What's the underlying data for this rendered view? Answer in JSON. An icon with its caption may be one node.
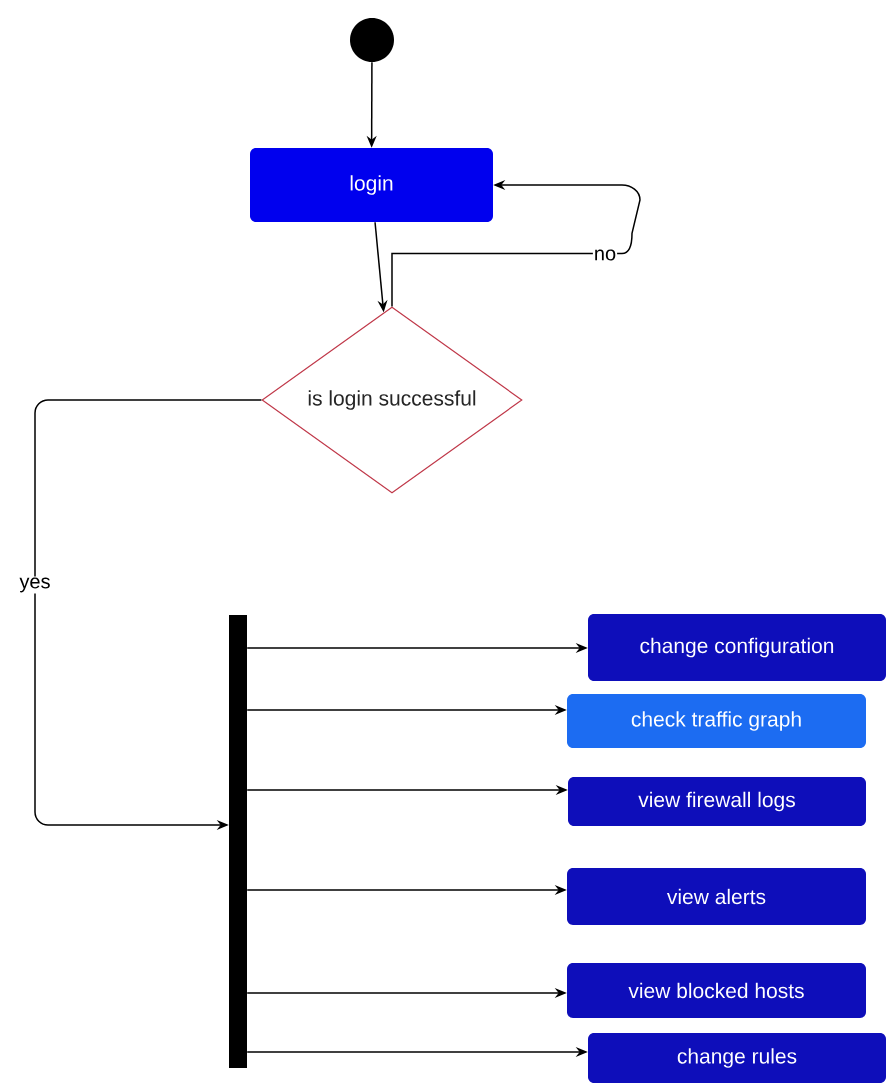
{
  "diagram": {
    "nodes": [
      {
        "text": [],
        "shape": "circle"
      },
      {
        "text": [
          "login"
        ]
      },
      {
        "text": [
          "is login successful"
        ]
      },
      {
        "text": [],
        "shape": "bar"
      },
      {
        "text": [
          "change configuration"
        ]
      },
      {
        "text": [
          "check traffic graph"
        ]
      },
      {
        "text": [
          "view firewall logs"
        ]
      },
      {
        "text": [
          "view alerts"
        ]
      },
      {
        "text": [
          "view blocked hosts"
        ]
      },
      {
        "text": [
          "change rules"
        ]
      }
    ],
    "edges": [
      {
        "from": 0,
        "to": 1,
        "arrow": "to"
      },
      {
        "from": 1,
        "to": 2,
        "arrow": "to"
      },
      {
        "from": 2,
        "to": 1,
        "arrow": "to",
        "label": "no"
      },
      {
        "from": 2,
        "to": 3,
        "arrow": "to",
        "label": "yes"
      },
      {
        "from": 3,
        "to": 4,
        "arrow": "to"
      },
      {
        "from": 3,
        "to": 5,
        "arrow": "to"
      },
      {
        "from": 3,
        "to": 6,
        "arrow": "to"
      },
      {
        "from": 3,
        "to": 7,
        "arrow": "to"
      },
      {
        "from": 3,
        "to": 8,
        "arrow": "to"
      },
      {
        "from": 3,
        "to": 9,
        "arrow": "to"
      }
    ]
  }
}
